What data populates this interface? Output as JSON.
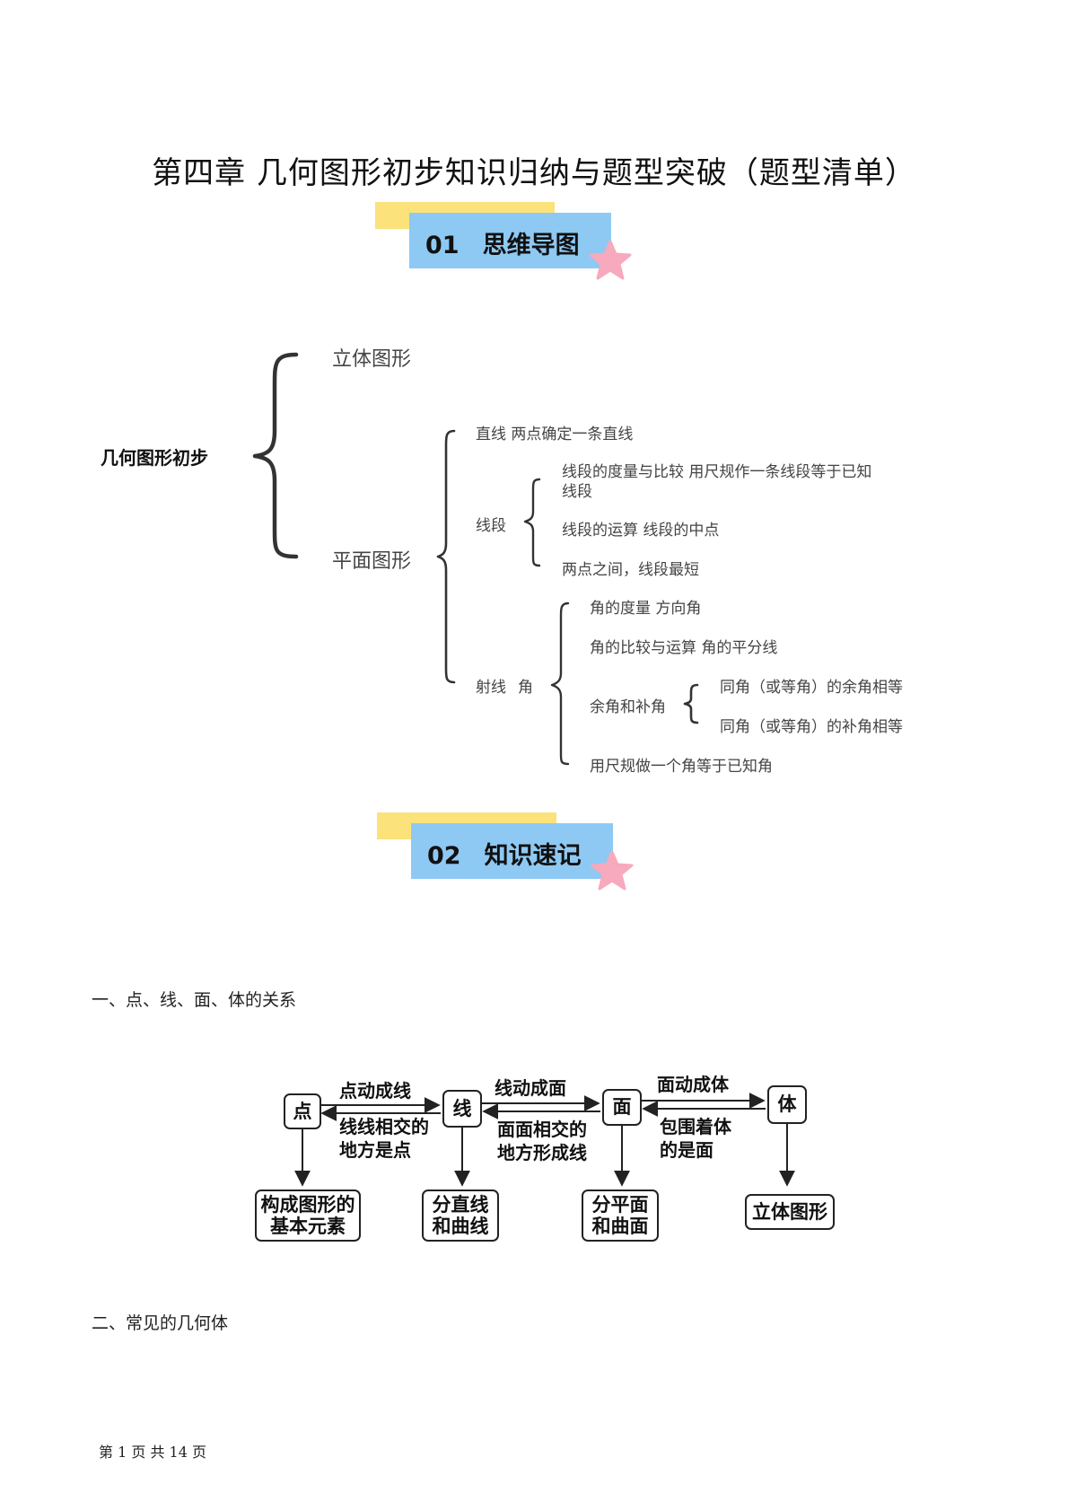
{
  "doc": {
    "title": "第四章  几何图形初步知识归纳与题型突破（题型清单）"
  },
  "banners": [
    {
      "num": "01",
      "label": "思维导图"
    },
    {
      "num": "02",
      "label": "知识速记"
    }
  ],
  "mindmap": {
    "root": "几何图形初步",
    "solid": "立体图形",
    "plane": "平面图形",
    "line_row": "直线   两点确定一条直线",
    "segment": "线段",
    "segment_items": [
      "线段的度量与比较  用尺规作一条线段等于已知",
      "线段",
      "线段的运算    线段的中点",
      "两点之间，线段最短"
    ],
    "ray": "射线",
    "angle": "角",
    "angle_items": [
      "角的度量    方向角",
      "角的比较与运算     角的平分线",
      "余角和补角",
      "用尺规做一个角等于已知角"
    ],
    "complement_items": [
      "同角（或等角）的余角相等",
      "同角（或等角）的补角相等"
    ]
  },
  "sections": {
    "s1": "一、点、线、面、体的关系",
    "s2": "二、常见的几何体"
  },
  "flow": {
    "nodes": [
      "点",
      "线",
      "面",
      "体"
    ],
    "forward": [
      "点动成线",
      "线动成面",
      "面动成体"
    ],
    "backward": [
      [
        "线线相交的",
        "地方是点"
      ],
      [
        "面面相交的",
        "地方形成线"
      ],
      [
        "包围着体",
        "的是面"
      ]
    ],
    "results": [
      [
        "构成图形的",
        "基本元素"
      ],
      [
        "分直线",
        "和曲线"
      ],
      [
        "分平面",
        "和曲面"
      ],
      [
        "立体图形"
      ]
    ]
  },
  "footer": {
    "text": "第  1  页  共  14  页"
  }
}
